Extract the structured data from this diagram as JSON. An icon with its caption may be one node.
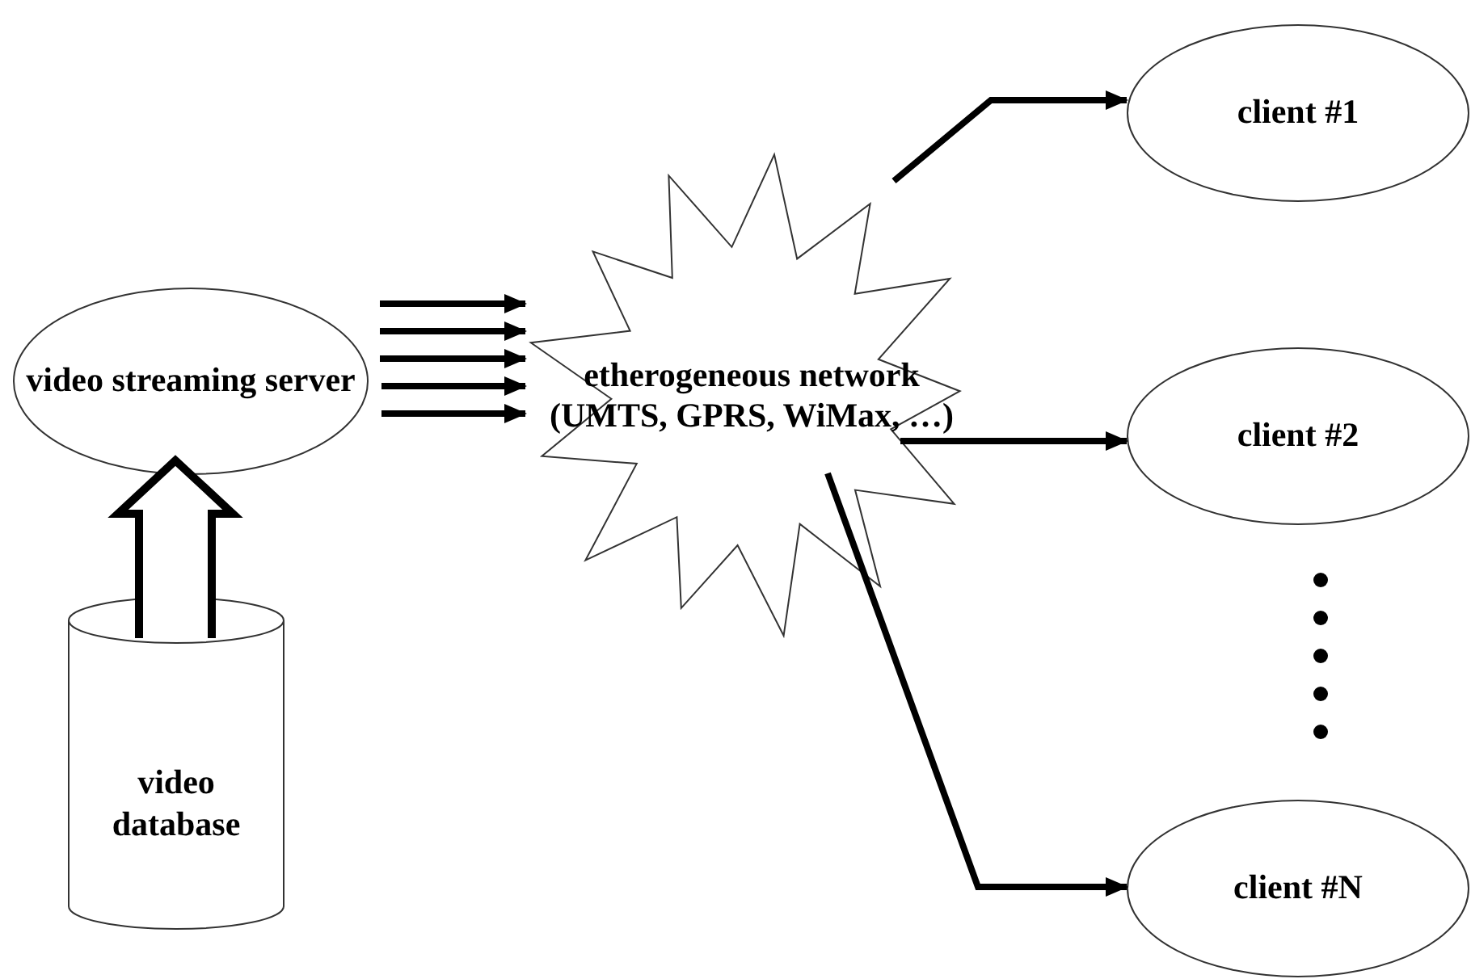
{
  "diagram": {
    "nodes": [
      {
        "text": [
          "video streaming server"
        ]
      },
      {
        "text": [
          "video database"
        ]
      },
      {
        "text": [
          "etherogeneous network (UMTS, GPRS, WiMax, …)"
        ]
      },
      {
        "text": [
          "client #1"
        ]
      },
      {
        "text": [
          "client #2"
        ]
      },
      {
        "text": [
          "client #N"
        ]
      }
    ],
    "edges": [
      {
        "from": 1,
        "to": 0,
        "arrow": "to",
        "style": "thick"
      },
      {
        "from": 0,
        "to": 2,
        "arrow": "to"
      },
      {
        "from": 0,
        "to": 2,
        "arrow": "to"
      },
      {
        "from": 0,
        "to": 2,
        "arrow": "to"
      },
      {
        "from": 0,
        "to": 2,
        "arrow": "to"
      },
      {
        "from": 0,
        "to": 2,
        "arrow": "to"
      },
      {
        "from": 2,
        "to": 3,
        "arrow": "to"
      },
      {
        "from": 2,
        "to": 4,
        "arrow": "to"
      },
      {
        "from": 2,
        "to": 5,
        "arrow": "to"
      }
    ]
  }
}
